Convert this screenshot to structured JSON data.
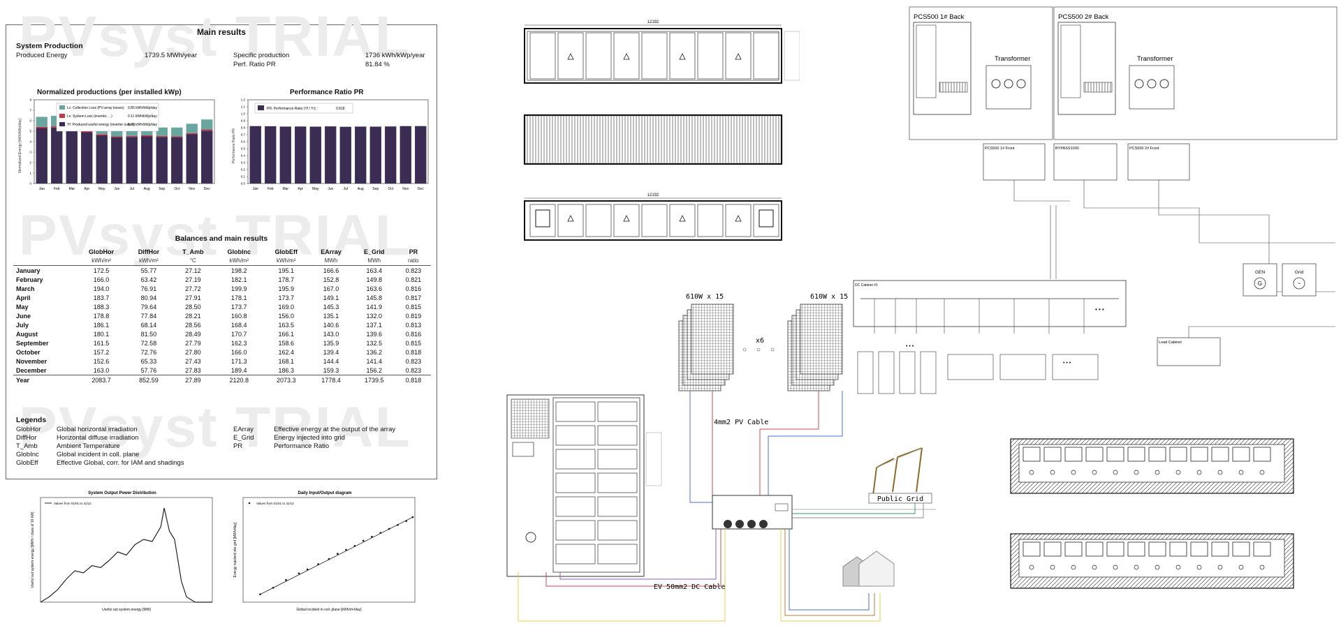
{
  "report": {
    "watermark": "PVsyst TRIAL",
    "title": "Main results",
    "system_production": {
      "heading": "System Production",
      "produced_label": "Produced Energy",
      "produced_value": "1739.5 MWh/year",
      "specific_label": "Specific production",
      "specific_value": "1736 kWh/kWp/year",
      "pr_label": "Perf. Ratio PR",
      "pr_value": "81.84 %"
    },
    "norm_chart_title": "Normalized productions (per installed kWp)",
    "norm_ylabel": "Normalized Energy [kWh/kWp/day]",
    "norm_legend": [
      {
        "label": "Lc: Collection Loss (PV-array losses)",
        "value": "0.85 kWh/kWp/day"
      },
      {
        "label": "Ls: System Loss (inverter, ...)",
        "value": "0.11 kWh/kWp/day"
      },
      {
        "label": "Yf: Produced useful energy (inverter output)",
        "value": "4.76 kWh/kWp/day"
      }
    ],
    "pr_chart_title": "Performance Ratio PR",
    "pr_ylabel": "Performance Ratio PR",
    "pr_legend": {
      "label": "PR: Performance Ratio (Yf / Yr) :",
      "value": "0.818"
    },
    "balances_title": "Balances and main results",
    "columns": [
      "GlobHor",
      "DiffHor",
      "T_Amb",
      "GlobInc",
      "GlobEff",
      "EArray",
      "E_Grid",
      "PR"
    ],
    "units": [
      "kWh/m²",
      "kWh/m²",
      "°C",
      "kWh/m²",
      "kWh/m²",
      "MWh",
      "MWh",
      "ratio"
    ],
    "rows": [
      {
        "month": "January",
        "v": [
          "172.5",
          "55.77",
          "27.12",
          "198.2",
          "195.1",
          "166.6",
          "163.4",
          "0.823"
        ]
      },
      {
        "month": "February",
        "v": [
          "166.0",
          "63.42",
          "27.19",
          "182.1",
          "178.7",
          "152.8",
          "149.8",
          "0.821"
        ]
      },
      {
        "month": "March",
        "v": [
          "194.0",
          "76.91",
          "27.72",
          "199.9",
          "195.9",
          "167.0",
          "163.6",
          "0.816"
        ]
      },
      {
        "month": "April",
        "v": [
          "183.7",
          "80.94",
          "27.91",
          "178.1",
          "173.7",
          "149.1",
          "145.8",
          "0.817"
        ]
      },
      {
        "month": "May",
        "v": [
          "188.3",
          "79.64",
          "28.50",
          "173.7",
          "169.0",
          "145.3",
          "141.9",
          "0.815"
        ]
      },
      {
        "month": "June",
        "v": [
          "178.8",
          "77.84",
          "28.21",
          "160.8",
          "156.0",
          "135.1",
          "132.0",
          "0.819"
        ]
      },
      {
        "month": "July",
        "v": [
          "186.1",
          "68.14",
          "28.56",
          "168.4",
          "163.5",
          "140.6",
          "137.1",
          "0.813"
        ]
      },
      {
        "month": "August",
        "v": [
          "180.1",
          "81.50",
          "28.49",
          "170.7",
          "166.1",
          "143.0",
          "139.6",
          "0.816"
        ]
      },
      {
        "month": "September",
        "v": [
          "161.5",
          "72.58",
          "27.79",
          "162.3",
          "158.6",
          "135.9",
          "132.5",
          "0.815"
        ]
      },
      {
        "month": "October",
        "v": [
          "157.2",
          "72.76",
          "27.80",
          "166.0",
          "162.4",
          "139.4",
          "136.2",
          "0.818"
        ]
      },
      {
        "month": "November",
        "v": [
          "152.6",
          "65.33",
          "27.43",
          "171.3",
          "168.1",
          "144.4",
          "141.4",
          "0.823"
        ]
      },
      {
        "month": "December",
        "v": [
          "163.0",
          "57.76",
          "27.83",
          "189.4",
          "186.3",
          "159.3",
          "156.2",
          "0.823"
        ]
      }
    ],
    "year_row": {
      "month": "Year",
      "v": [
        "2083.7",
        "852.59",
        "27.89",
        "2120.8",
        "2073.3",
        "1778.4",
        "1739.5",
        "0.818"
      ]
    },
    "legends_title": "Legends",
    "legends_left": [
      {
        "k": "GlobHor",
        "d": "Global horizontal irradiation"
      },
      {
        "k": "DiffHor",
        "d": "Horizontal diffuse irradiation"
      },
      {
        "k": "T_Amb",
        "d": "Ambient Temperature"
      },
      {
        "k": "GlobInc",
        "d": "Global incident in coll. plane"
      },
      {
        "k": "GlobEff",
        "d": "Effective Global, corr. for IAM and shadings"
      }
    ],
    "legends_right": [
      {
        "k": "EArray",
        "d": "Effective energy at the output of the array"
      },
      {
        "k": "E_Grid",
        "d": "Energy injected into grid"
      },
      {
        "k": "PR",
        "d": "Performance Ratio"
      }
    ]
  },
  "chart_data": [
    {
      "type": "bar",
      "title": "Normalized productions (per installed kWp)",
      "ylabel": "Normalized Energy [kWh/kWp/day]",
      "ylim": [
        0,
        8
      ],
      "categories": [
        "Jan",
        "Feb",
        "Mar",
        "Apr",
        "May",
        "Jun",
        "Jul",
        "Aug",
        "Sep",
        "Oct",
        "Nov",
        "Dec"
      ],
      "series": [
        {
          "name": "Yf: Produced useful energy (inverter output)",
          "color": "#3b2c53",
          "values": [
            5.3,
            5.35,
            5.3,
            4.9,
            4.6,
            4.4,
            4.45,
            4.5,
            4.45,
            4.4,
            4.7,
            5.05
          ]
        },
        {
          "name": "Ls: System Loss (inverter, ...)",
          "color": "#c23b4a",
          "values": [
            0.12,
            0.12,
            0.12,
            0.11,
            0.11,
            0.1,
            0.1,
            0.1,
            0.1,
            0.1,
            0.11,
            0.12
          ]
        },
        {
          "name": "Lc: Collection Loss (PV-array losses)",
          "color": "#6aa6a0",
          "values": [
            0.95,
            1.0,
            0.95,
            0.9,
            0.85,
            0.8,
            0.8,
            0.8,
            0.8,
            0.85,
            0.9,
            0.95
          ]
        }
      ]
    },
    {
      "type": "bar",
      "title": "Performance Ratio PR",
      "ylabel": "Performance Ratio PR",
      "ylim": [
        0,
        1.2
      ],
      "categories": [
        "Jan",
        "Feb",
        "Mar",
        "Apr",
        "May",
        "Jun",
        "Jul",
        "Aug",
        "Sep",
        "Oct",
        "Nov",
        "Dec"
      ],
      "series": [
        {
          "name": "PR: Performance Ratio (Yf / Yr) :",
          "color": "#3b2c53",
          "values": [
            0.823,
            0.821,
            0.816,
            0.817,
            0.815,
            0.819,
            0.813,
            0.816,
            0.815,
            0.818,
            0.823,
            0.823
          ]
        }
      ]
    },
    {
      "type": "line",
      "title": "System Output Power Distribution",
      "xlabel": "Useful out system energy [MW]",
      "ylabel": "Useful out system energy [MWh / class of 10 kW]",
      "legend": "Values from 01/01 to 31/12",
      "xlim": [
        0,
        1000
      ],
      "ylim": [
        0,
        100
      ],
      "x": [
        0,
        50,
        100,
        150,
        200,
        250,
        300,
        350,
        400,
        450,
        500,
        550,
        600,
        650,
        700,
        720,
        750,
        780,
        800,
        820,
        850,
        900,
        1000
      ],
      "y": [
        0,
        5,
        12,
        22,
        30,
        28,
        35,
        33,
        40,
        48,
        45,
        55,
        60,
        58,
        72,
        90,
        68,
        60,
        40,
        20,
        5,
        0,
        0
      ]
    },
    {
      "type": "scatter",
      "title": "Daily Input/Output diagram",
      "xlabel": "Global incident in coll. plane [kWh/m²/day]",
      "ylabel": "Energy injected into grid [MWh/day]",
      "legend": "Values from 01/01 to 31/12",
      "xlim": [
        0,
        8
      ],
      "ylim": [
        0,
        8
      ],
      "x": [
        0.8,
        1.4,
        2.0,
        2.6,
        3.0,
        3.5,
        4.0,
        4.4,
        4.8,
        5.2,
        5.6,
        6.0,
        6.4,
        6.8,
        7.2,
        7.6,
        7.9
      ],
      "y": [
        0.6,
        1.1,
        1.7,
        2.2,
        2.5,
        2.9,
        3.3,
        3.7,
        4.0,
        4.3,
        4.7,
        5.0,
        5.3,
        5.6,
        5.9,
        6.2,
        6.5
      ]
    }
  ],
  "containers": {
    "dim_top": "12192",
    "dim_bottom": "12192"
  },
  "wiring": {
    "pv_left": "610W x 15",
    "pv_right": "610W x 15",
    "multiplier": "x6",
    "pv_cable": "4mm2 PV Cable",
    "dc_cable": "EV 50mm2 DC Cable",
    "public_grid": "Public Grid"
  },
  "single_line": {
    "pcs1_back": "PCS500 1# Back",
    "pcs2_back": "PCS500 2# Back",
    "transformer": "Transformer",
    "pcs1_front": "PCS500 1# Front",
    "bypass": "BYPASS1000",
    "pcs2_front": "PCS500 2# Front",
    "dc_cabinet": "DC Cabinet #1",
    "gen": "GEN",
    "grid": "Grid",
    "load_cabinet": "Load Cabinet",
    "ellipsis": "• • •"
  }
}
